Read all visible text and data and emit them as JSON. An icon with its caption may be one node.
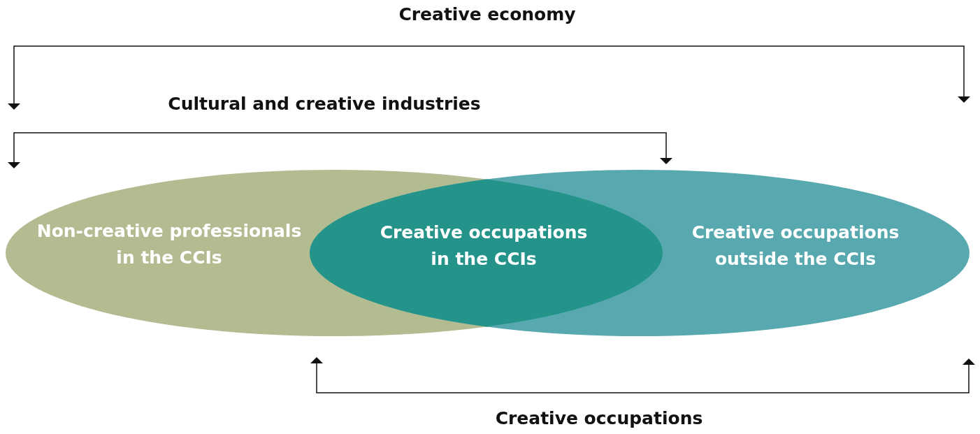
{
  "diagram": {
    "nodes": [
      {
        "text": [
          "Non-creative professionals in the CCIs"
        ]
      },
      {
        "text": [
          "Creative occupations in the CCIs"
        ]
      },
      {
        "text": [
          "Creative occupations outside the CCIs"
        ]
      }
    ],
    "labels": [
      "Creative economy",
      "Cultural and creative industries",
      "Creative occupations"
    ]
  }
}
